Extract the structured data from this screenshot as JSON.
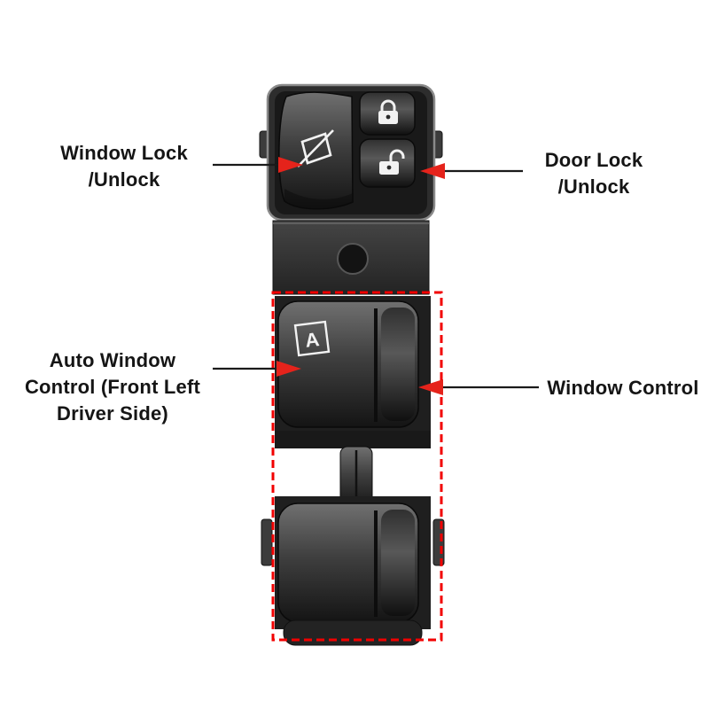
{
  "annotations": {
    "window_lock": {
      "lines": [
        "Window Lock",
        "/Unlock"
      ]
    },
    "door_lock": {
      "lines": [
        "Door Lock",
        "/Unlock"
      ]
    },
    "auto_window": {
      "lines": [
        "Auto Window",
        "Control (Front Left",
        "Driver Side)"
      ]
    },
    "window_control": {
      "lines": [
        "Window Control"
      ]
    }
  },
  "switch": {
    "auto_icon_letter": "A"
  },
  "colors": {
    "arrow_red": "#e5231b",
    "dashed_red": "#f20000",
    "label_text": "#151515"
  }
}
